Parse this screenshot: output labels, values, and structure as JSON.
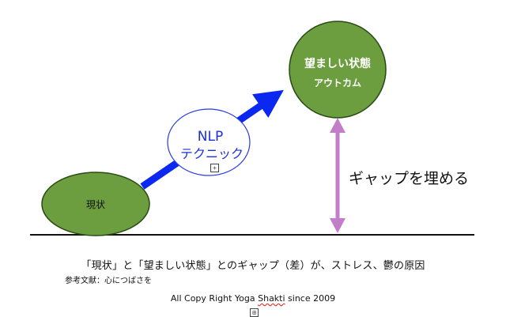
{
  "diagram": {
    "current_state_label": "現状",
    "desired_state_label": "望ましい状態",
    "desired_state_sub": "アウトカム",
    "technique_title": "NLP",
    "technique_sub": "テクニック",
    "gap_label": "ギャップを埋める",
    "expand_symbol": "+",
    "colors": {
      "circle_fill": "#6c9d3f",
      "circle_stroke": "#274a12",
      "arrow_blue": "#0a28f0",
      "technique_text": "#1a2fe0",
      "gap_arrow": "#c27ec8",
      "ground_line": "#111111"
    }
  },
  "caption": {
    "main": "「現状」と「望ましい状態」とのギャップ（差）が、ストレス、鬱の原因",
    "reference": "参考文献：心につばさを",
    "copyright_prefix": "All Copy Right Yoga ",
    "copyright_name": "Shakti",
    "copyright_suffix": " since 2009"
  },
  "footer_symbol": "⊞"
}
